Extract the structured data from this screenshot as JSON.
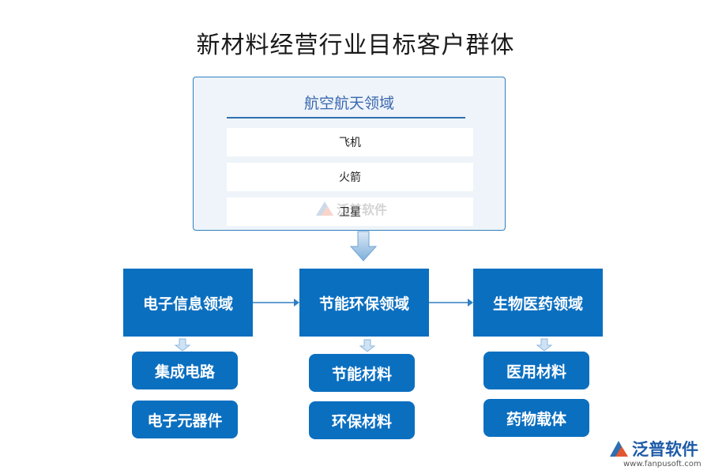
{
  "title": "新材料经营行业目标客户群体",
  "top": {
    "title": "航空航天领域",
    "items": [
      "飞机",
      "火箭",
      "卫星"
    ]
  },
  "domains": [
    {
      "label": "电子信息领域",
      "subs": [
        "集成电路",
        "电子元器件"
      ]
    },
    {
      "label": "节能环保领域",
      "subs": [
        "节能材料",
        "环保材料"
      ]
    },
    {
      "label": "生物医药领域",
      "subs": [
        "医用材料",
        "药物载体"
      ]
    }
  ],
  "logo": {
    "name": "泛普软件",
    "url": "www.fanpusoft.com"
  },
  "watermark": "泛普软件",
  "colors": {
    "box": "#0b6fc0",
    "panel_border": "#2f7fc0",
    "panel_bg": "#eef4f9",
    "arrow": "#2f7fc0"
  }
}
